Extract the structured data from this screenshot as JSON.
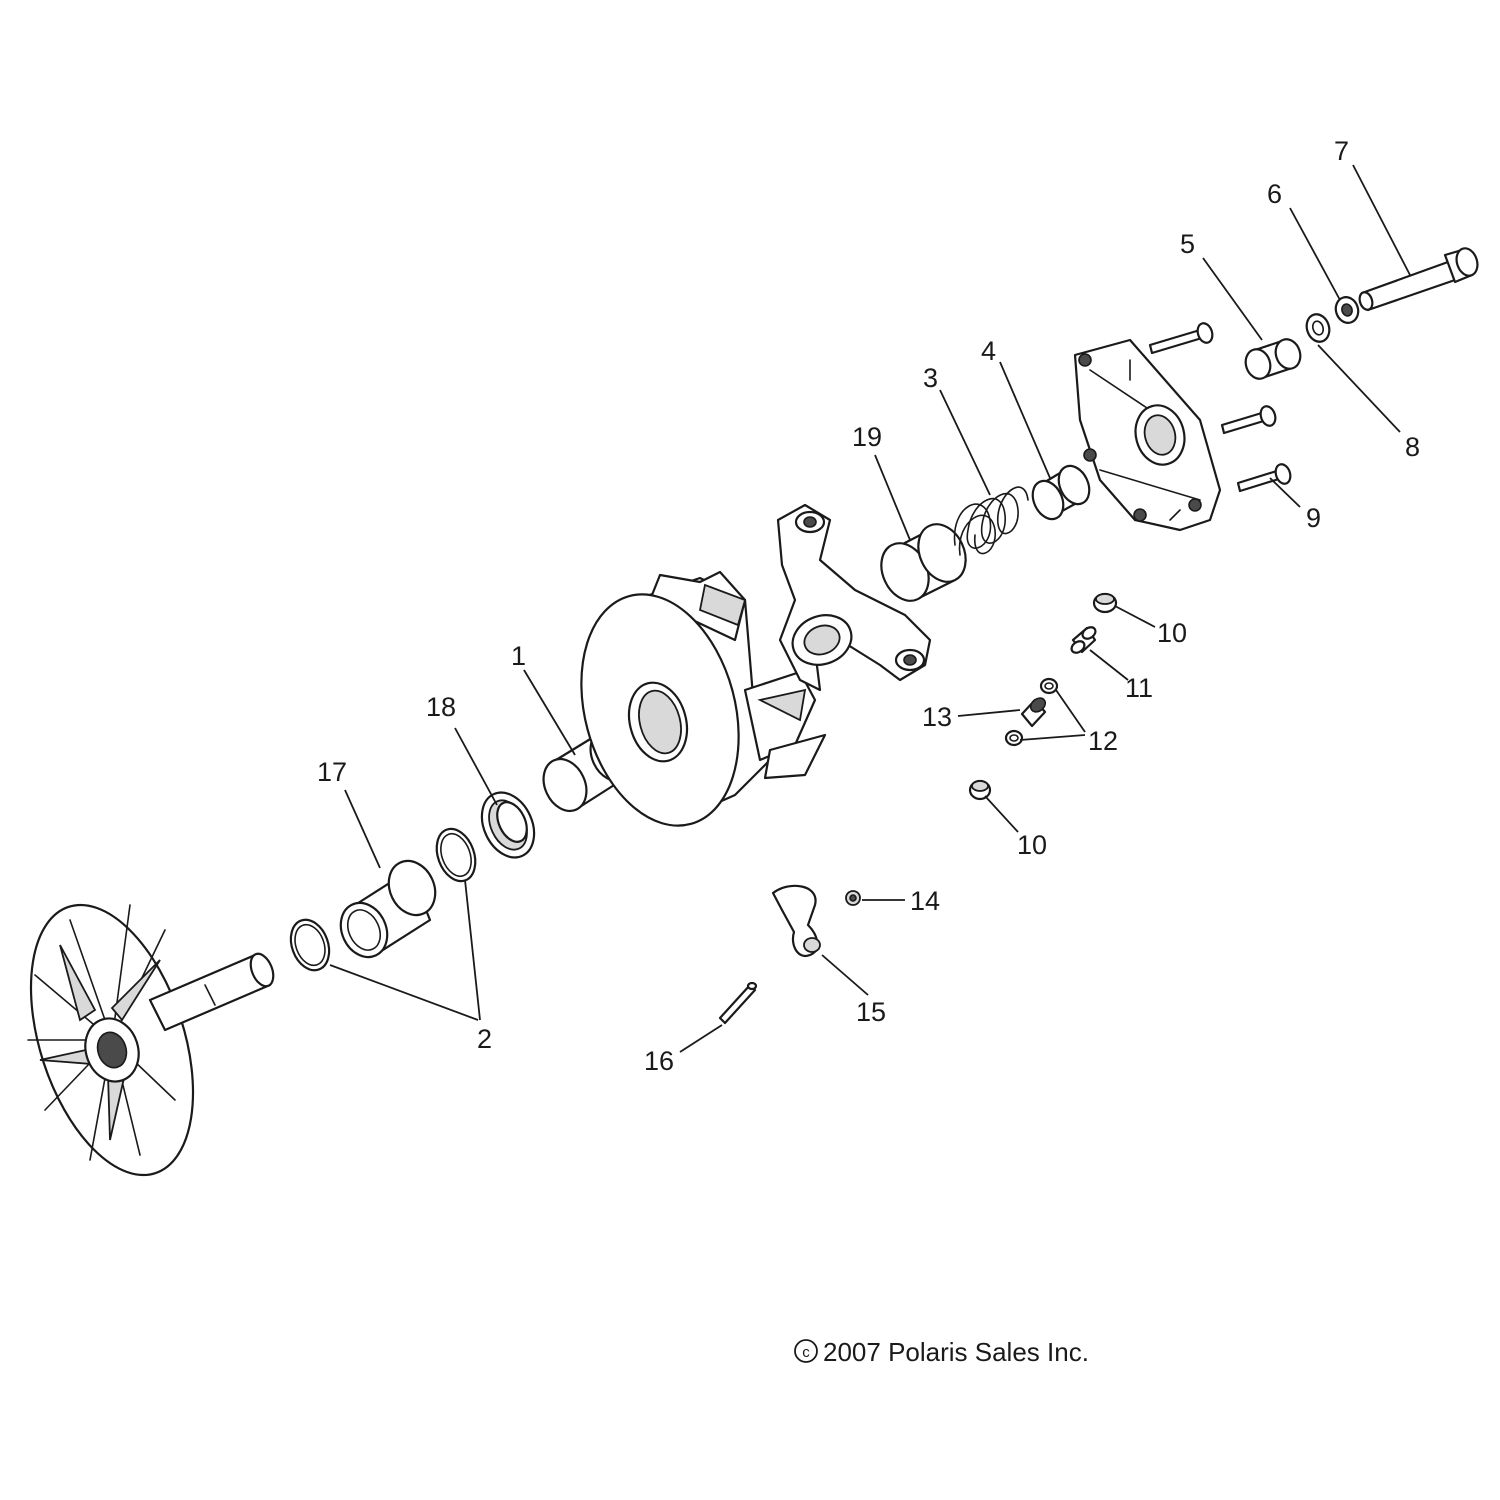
{
  "diagram": {
    "callouts": [
      {
        "id": "c1",
        "label": "1"
      },
      {
        "id": "c2",
        "label": "2"
      },
      {
        "id": "c3",
        "label": "3"
      },
      {
        "id": "c4",
        "label": "4"
      },
      {
        "id": "c5",
        "label": "5"
      },
      {
        "id": "c6",
        "label": "6"
      },
      {
        "id": "c7",
        "label": "7"
      },
      {
        "id": "c8",
        "label": "8"
      },
      {
        "id": "c9",
        "label": "9"
      },
      {
        "id": "c10a",
        "label": "10"
      },
      {
        "id": "c10b",
        "label": "10"
      },
      {
        "id": "c11",
        "label": "11"
      },
      {
        "id": "c12",
        "label": "12"
      },
      {
        "id": "c13",
        "label": "13"
      },
      {
        "id": "c14",
        "label": "14"
      },
      {
        "id": "c15",
        "label": "15"
      },
      {
        "id": "c16",
        "label": "16"
      },
      {
        "id": "c17",
        "label": "17"
      },
      {
        "id": "c18",
        "label": "18"
      },
      {
        "id": "c19",
        "label": "19"
      }
    ],
    "copyright": {
      "symbol": "c",
      "text": "2007 Polaris Sales Inc."
    }
  }
}
